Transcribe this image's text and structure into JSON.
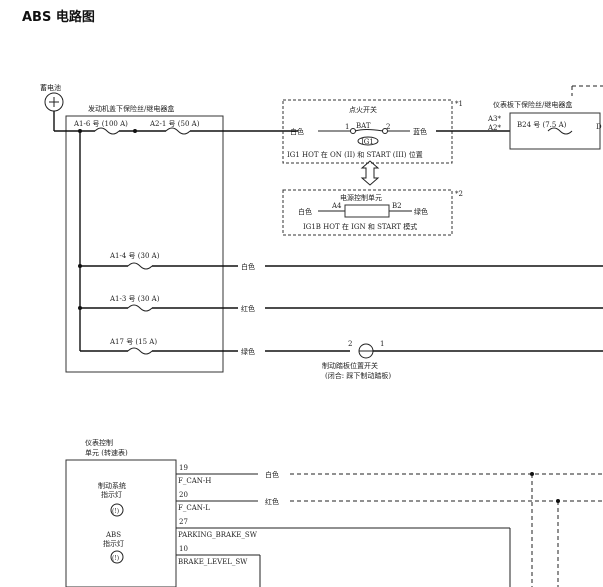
{
  "page": {
    "title": "ABS 电路图"
  },
  "battery": {
    "label": "蓄电池"
  },
  "engine_fuse_box": {
    "label": "发动机盖下保险丝/继电器盒",
    "fuse_a16": "A1-6 号 (100 A)",
    "fuse_a21": "A2-1 号 (50 A)",
    "fuse_a14": "A1-4 号 (30 A)",
    "fuse_a13": "A1-3 号 (30 A)",
    "fuse_a17": "A17 号 (15 A)"
  },
  "ignition_switch": {
    "label": "点火开关",
    "note_mark": "*1",
    "bat": "BAT",
    "ig1": "IG1",
    "pin1": "1",
    "pin2": "2",
    "wire_in": "白色",
    "wire_out": "蓝色",
    "caption": "IG1 HOT 在 ON (II) 和 START (III) 位置"
  },
  "power_control_unit": {
    "label": "电源控制单元",
    "note_mark": "*2",
    "pin_a4": "A4",
    "pin_b2": "B2",
    "wire_in": "白色",
    "wire_out": "绿色",
    "caption": "IG1B HOT 在 IGN 和 START 模式"
  },
  "dash_fuse_box": {
    "label": "仪表板下保险丝/继电器盒",
    "pin_a3": "A3*",
    "pin_a2": "A2*",
    "fuse_b24": "B24 号 (7.5 A)",
    "edge_label": "D"
  },
  "wires": {
    "white": "白色",
    "red": "红色",
    "green": "绿色"
  },
  "parking_switch": {
    "pin2": "2",
    "pin1": "1",
    "label": "制动踏板位置开关",
    "sublabel": "(闭合: 踩下制动踏板)"
  },
  "gauge_unit": {
    "label_line1": "仪表控制",
    "label_line2": "单元 (转速表)",
    "brake_lamp_line1": "制动系统",
    "brake_lamp_line2": "指示灯",
    "brake_lamp_glyph": "(!)",
    "abs_lamp_line1": "ABS",
    "abs_lamp_line2": "指示灯",
    "abs_lamp_glyph": "(!)",
    "pin19": "19",
    "pin19_signal": "F_CAN-H",
    "pin19_wire": "白色",
    "pin20": "20",
    "pin20_signal": "F_CAN-L",
    "pin20_wire": "红色",
    "pin27": "27",
    "pin27_signal": "PARKING_BRAKE_SW",
    "pin10": "10",
    "pin10_signal": "BRAKE_LEVEL_SW"
  }
}
